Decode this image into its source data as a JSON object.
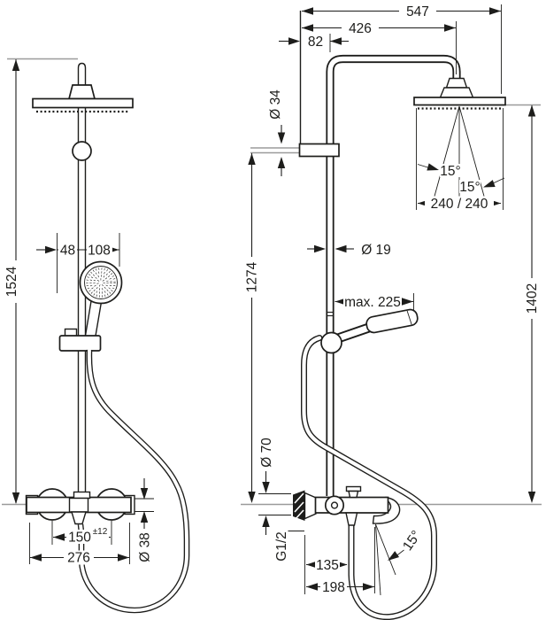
{
  "colors": {
    "line": "#1d1d1b",
    "reference": "#9b9b9b",
    "background": "#ffffff"
  },
  "front_view": {
    "total_height": "1524",
    "wall_to_rail": "48",
    "rail_to_handshower": "108",
    "connection_centers": "150",
    "connection_tolerance": "±12",
    "valve_width": "276",
    "escutcheon_diameter": "Ø 38"
  },
  "side_view": {
    "overall_projection": "547",
    "arm_projection": "426",
    "wall_to_riser": "82",
    "bracket_diameter": "Ø 34",
    "riser_diameter": "Ø 19",
    "riser_height": "1274",
    "overhead_height": "1402",
    "handshower_reach": "max. 225",
    "spray_angle_left": "15°",
    "spray_angle_right": "15°",
    "spray_coverage": "240 / 240",
    "valve_diameter": "Ø 70",
    "hose_thread": "G1/2",
    "wall_to_hose": "135",
    "spout_reach": "198",
    "spout_angle": "15°"
  }
}
